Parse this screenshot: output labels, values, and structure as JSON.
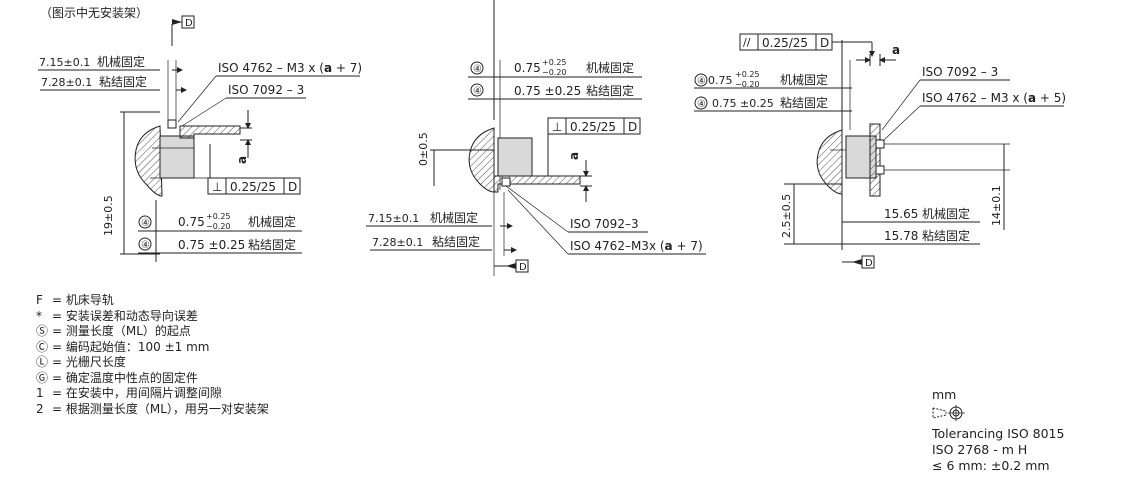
{
  "caption": "（图示中无安装架）",
  "datum": "D",
  "views": {
    "left": {
      "dim_mech_distance": "7.15±0.1",
      "dim_mech_label": "机械固定",
      "dim_bond_distance": "7.28±0.1",
      "dim_bond_label": "粘结固定",
      "screw": "ISO 4762 – M3 x (",
      "screw_bold": "a",
      "screw_end": " + 7)",
      "washer": "ISO 7092 – 3",
      "a_label": "a",
      "perp_tol": "0.25/25",
      "perp_symbol": "⊥",
      "height_dim": "19±0.5",
      "note_num": "④",
      "mech_value": "0.75",
      "tol_upper": "+0.25",
      "tol_lower": "−0.20",
      "mech_label": "机械固定",
      "bond_value": "0.75 ±0.25",
      "bond_label": "粘结固定"
    },
    "middle": {
      "note_num": "④",
      "mech_value": "0.75",
      "tol_upper": "+0.25",
      "tol_lower": "−0.20",
      "mech_label": "机械固定",
      "bond_value": "0.75 ±0.25",
      "bond_label": "粘结固定",
      "perp_symbol": "⊥",
      "perp_tol": "0.25/25",
      "offset_dim": "0±0.5",
      "a_label": "a",
      "dim_mech_distance": "7.15±0.1",
      "dim_mech_label": "机械固定",
      "dim_bond_distance": "7.28±0.1",
      "dim_bond_label": "粘结固定",
      "washer": "ISO 7092–3",
      "screw": "ISO 4762–M3x (",
      "screw_bold": "a",
      "screw_end": " + 7)"
    },
    "right": {
      "parallel_symbol": "//",
      "parallel_tol": "0.25/25",
      "a_label": "a",
      "note_num": "④",
      "mech_value": "0.75",
      "tol_upper": "+0.25",
      "tol_lower": "−0.20",
      "mech_label": "机械固定",
      "bond_value": "0.75 ±0.25",
      "bond_label": "粘结固定",
      "washer": "ISO 7092 – 3",
      "screw": "ISO 4762 – M3 x (",
      "screw_bold": "a",
      "screw_end": " + 5)",
      "height_dim": "2.5±0.5",
      "width_dim": "14±0.1",
      "dim_mech_distance": "15.65",
      "dim_mech_label": "机械固定",
      "dim_bond_distance": "15.78",
      "dim_bond_label": "粘结固定"
    }
  },
  "legend": [
    {
      "sym": "F",
      "text": "=  机床导轨"
    },
    {
      "sym": "*",
      "text": "=  安装误差和动态导向误差"
    },
    {
      "sym": "Ⓢ",
      "text": "=  测量长度（ML）的起点"
    },
    {
      "sym": "Ⓒ",
      "text": "=  编码起始值：100 ±1 mm"
    },
    {
      "sym": "Ⓛ",
      "text": "=  光栅尺长度"
    },
    {
      "sym": "Ⓖ",
      "text": "=  确定温度中性点的固定件"
    },
    {
      "sym": "1",
      "text": "=  在安装中，用间隔片调整间隙"
    },
    {
      "sym": "2",
      "text": "=  根据测量长度（ML），用另一对安装架"
    }
  ],
  "tolerance": {
    "unit": "mm",
    "line1": "Tolerancing ISO 8015",
    "line2": "ISO 2768 - m H",
    "line3": "≤ 6 mm: ±0.2 mm"
  }
}
